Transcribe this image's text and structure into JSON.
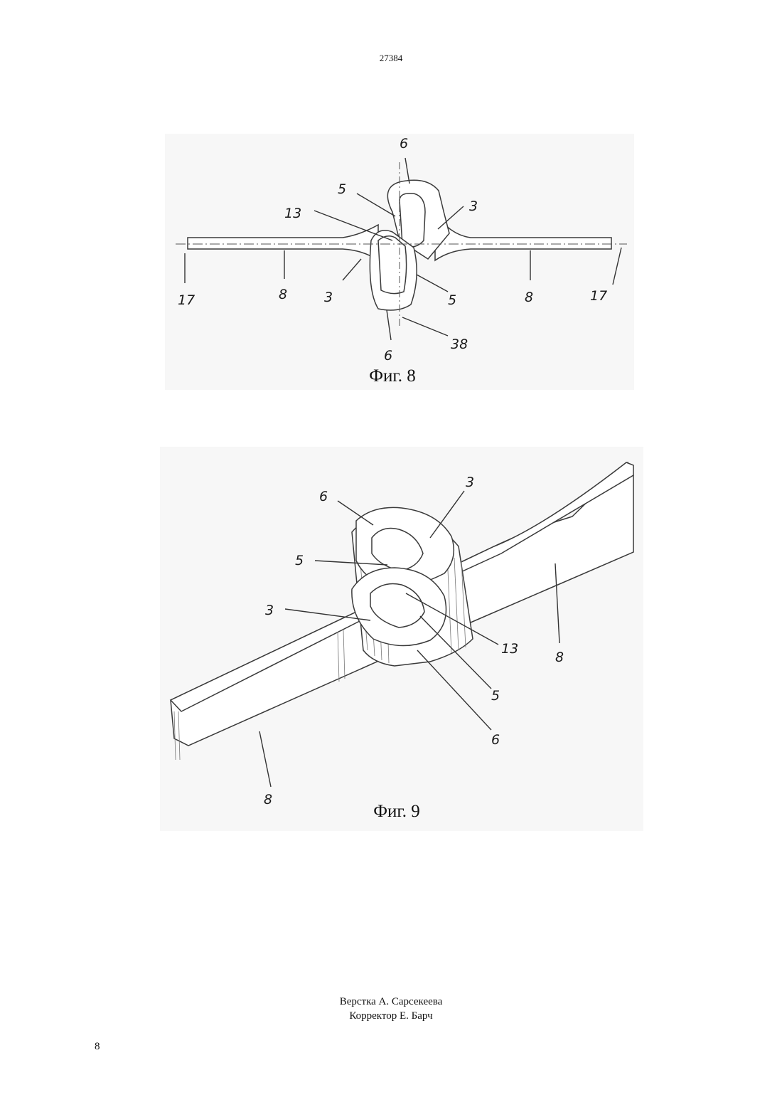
{
  "header": {
    "page_ref": "27384"
  },
  "figures": [
    {
      "id": "fig8",
      "caption": "Фиг. 8",
      "labels": [
        "6",
        "5",
        "13",
        "3",
        "17",
        "8",
        "3",
        "5",
        "8",
        "17",
        "38",
        "6"
      ]
    },
    {
      "id": "fig9",
      "caption": "Фиг. 9",
      "labels": [
        "6",
        "3",
        "5",
        "3",
        "13",
        "8",
        "5",
        "6",
        "8"
      ]
    }
  ],
  "footer": {
    "layout_credit": "Верстка А. Сарсекеева",
    "corrector_credit": "Корректор Е. Барч",
    "page_number": "8"
  },
  "colors": {
    "ink": "#111111",
    "paper": "#ffffff",
    "drawing_bg": "#f7f7f7"
  }
}
